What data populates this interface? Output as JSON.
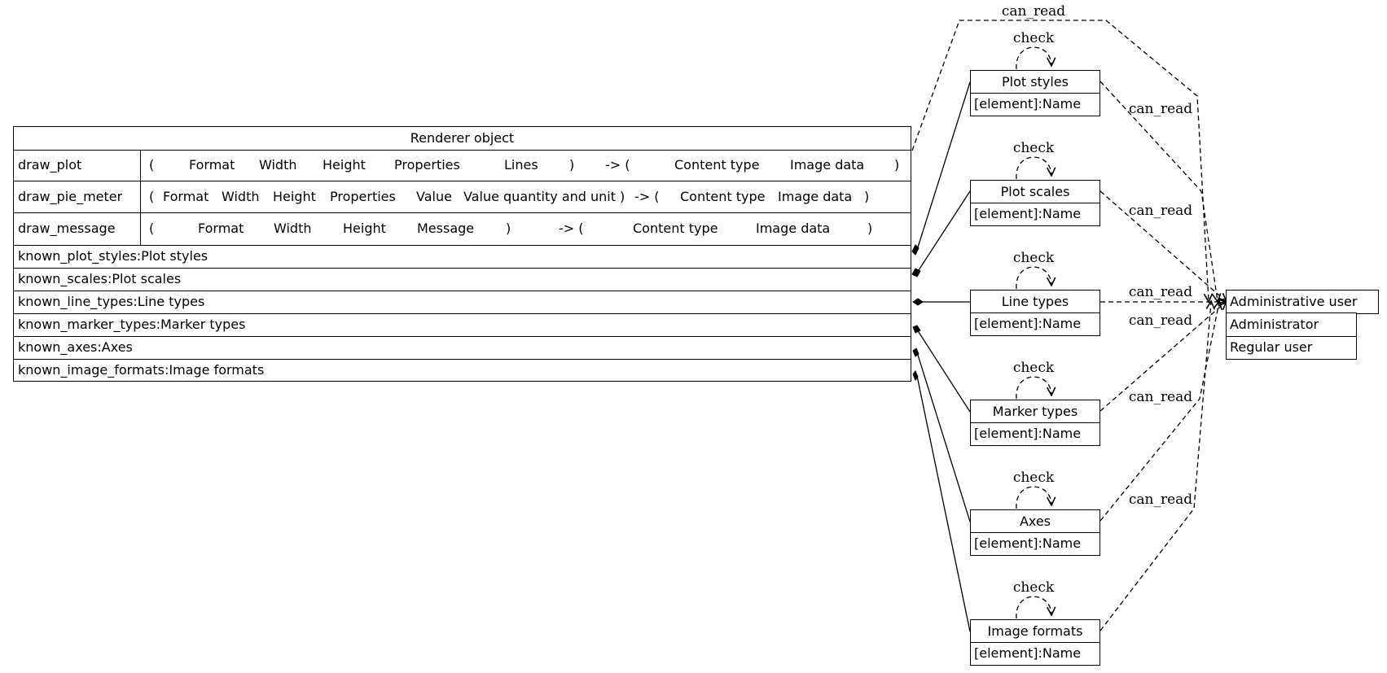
{
  "renderer": {
    "title": "Renderer object",
    "methods": [
      {
        "name": "draw_plot",
        "open": "(",
        "params": [
          "Format",
          "Width",
          "Height",
          "Properties",
          "Lines"
        ],
        "close": ")",
        "arrow": "-> (",
        "returns": [
          "Content type",
          "Image data"
        ],
        "rclose": ")"
      },
      {
        "name": "draw_pie_meter",
        "open": "(",
        "params": [
          "Format",
          "Width",
          "Height",
          "Properties",
          "Value",
          "Value quantity and unit"
        ],
        "close": ")",
        "arrow": "-> (",
        "returns": [
          "Content type",
          "Image data"
        ],
        "rclose": ")"
      },
      {
        "name": "draw_message",
        "open": "(",
        "params": [
          "Format",
          "Width",
          "Height",
          "Message"
        ],
        "close": ")",
        "arrow": "-> (",
        "returns": [
          "Content type",
          "Image data"
        ],
        "rclose": ")"
      }
    ],
    "fields": [
      "known_plot_styles:Plot styles",
      "known_scales:Plot scales",
      "known_line_types:Line types",
      "known_marker_types:Marker types",
      "known_axes:Axes",
      "known_image_formats:Image formats"
    ]
  },
  "enums": [
    {
      "title": "Plot styles",
      "row": "[element]:Name"
    },
    {
      "title": "Plot scales",
      "row": "[element]:Name"
    },
    {
      "title": "Line types",
      "row": "[element]:Name"
    },
    {
      "title": "Marker types",
      "row": "[element]:Name"
    },
    {
      "title": "Axes",
      "row": "[element]:Name"
    },
    {
      "title": "Image formats",
      "row": "[element]:Name"
    }
  ],
  "users": {
    "title": "Administrative user",
    "rows": [
      "Administrator",
      "Regular user"
    ]
  },
  "edges": {
    "check": "check",
    "can_read": "can_read"
  }
}
